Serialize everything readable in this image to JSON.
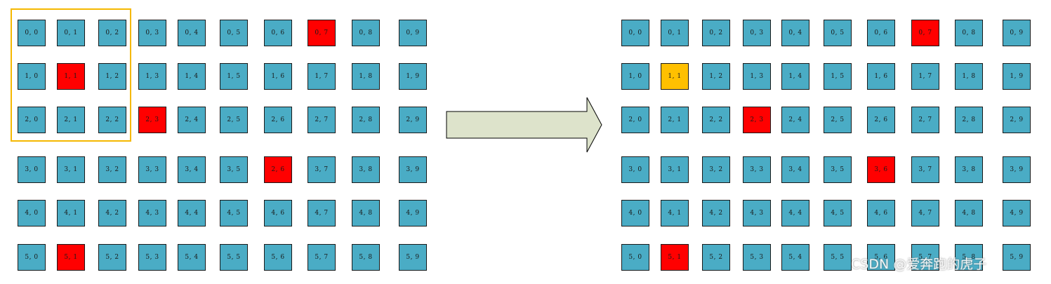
{
  "colors": {
    "cell": "#4aacc5",
    "obstacle": "#ff0000",
    "current": "#ffc000",
    "frame": "#f5b800",
    "arrow_fill": "#dde3cb"
  },
  "left_grid": {
    "rows": [
      [
        "0, 0",
        "0, 1",
        "0, 2",
        "0, 3",
        "0, 4",
        "0, 5",
        "0, 6",
        "0, 7",
        "0, 8",
        "0, 9"
      ],
      [
        "1, 0",
        "1, 1",
        "1, 2",
        "1, 3",
        "1, 4",
        "1, 5",
        "1, 6",
        "1, 7",
        "1, 8",
        "1, 9"
      ],
      [
        "2, 0",
        "2, 1",
        "2, 2",
        "2, 3",
        "2, 4",
        "2, 5",
        "2, 6",
        "2, 7",
        "2, 8",
        "2, 9"
      ],
      [
        "3, 0",
        "3, 1",
        "3, 2",
        "3, 3",
        "3, 4",
        "3, 5",
        "2, 6",
        "3, 7",
        "3, 8",
        "3, 9"
      ],
      [
        "4, 0",
        "4, 1",
        "4, 2",
        "4, 3",
        "4, 4",
        "4, 5",
        "4, 6",
        "4, 7",
        "4, 8",
        "4, 9"
      ],
      [
        "5, 0",
        "5, 1",
        "5, 2",
        "5, 3",
        "5, 4",
        "5, 5",
        "5, 6",
        "5, 7",
        "5, 8",
        "5, 9"
      ]
    ],
    "red_cells": [
      [
        0,
        7
      ],
      [
        1,
        1
      ],
      [
        2,
        3
      ],
      [
        3,
        6
      ],
      [
        5,
        1
      ]
    ],
    "orange_cells": []
  },
  "right_grid": {
    "rows": [
      [
        "0, 0",
        "0, 1",
        "0, 2",
        "0, 3",
        "0, 4",
        "0, 5",
        "0, 6",
        "0, 7",
        "0, 8",
        "0, 9"
      ],
      [
        "1, 0",
        "1, 1",
        "1, 2",
        "1, 3",
        "1, 4",
        "1, 5",
        "1, 6",
        "1, 7",
        "1, 8",
        "1, 9"
      ],
      [
        "2, 0",
        "2, 1",
        "2, 2",
        "2, 3",
        "2, 4",
        "2, 5",
        "2, 6",
        "2, 7",
        "2, 8",
        "2, 9"
      ],
      [
        "3, 0",
        "3, 1",
        "3, 2",
        "3, 3",
        "3, 4",
        "3, 5",
        "3, 6",
        "3, 7",
        "3, 8",
        "3, 9"
      ],
      [
        "4, 0",
        "4, 1",
        "4, 2",
        "4, 3",
        "4, 4",
        "4, 5",
        "4, 6",
        "4, 7",
        "4, 8",
        "4, 9"
      ],
      [
        "5, 0",
        "5, 1",
        "5, 2",
        "5, 3",
        "5, 4",
        "5, 5",
        "5, 6",
        "5, 7",
        "5, 8",
        "5, 9"
      ]
    ],
    "red_cells": [
      [
        0,
        7
      ],
      [
        2,
        3
      ],
      [
        3,
        6
      ],
      [
        5,
        1
      ]
    ],
    "orange_cells": [
      [
        1,
        1
      ]
    ]
  },
  "watermark": "CSDN @爱奔跑的虎子"
}
